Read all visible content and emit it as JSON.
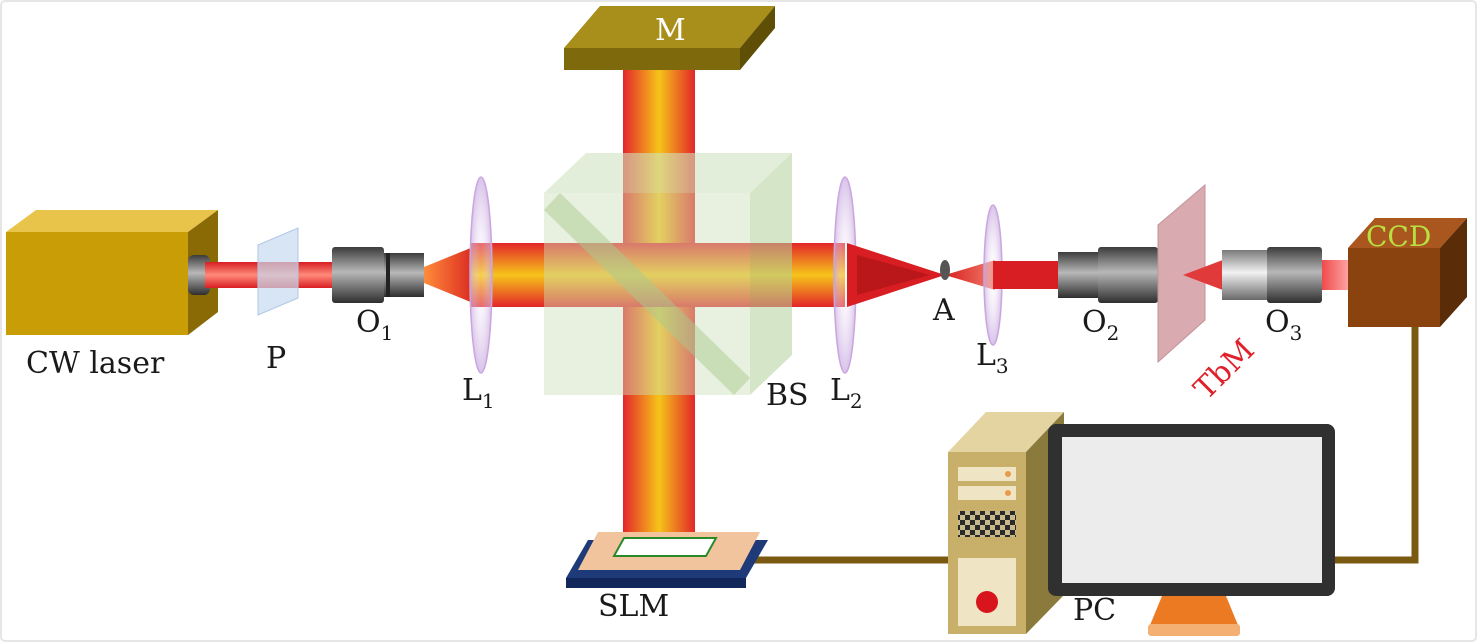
{
  "labels": {
    "cw_laser": "CW laser",
    "polarizer": "P",
    "objective1": "O",
    "objective1_sub": "1",
    "lens1": "L",
    "lens1_sub": "1",
    "mirror": "M",
    "beam_splitter": "BS",
    "lens2": "L",
    "lens2_sub": "2",
    "aperture": "A",
    "lens3": "L",
    "lens3_sub": "3",
    "objective2": "O",
    "objective2_sub": "2",
    "tbm": "TbM",
    "objective3": "O",
    "objective3_sub": "3",
    "ccd": "CCD",
    "slm": "SLM",
    "pc": "PC"
  },
  "colors": {
    "laser_red": "#e8302a",
    "laser_yellow": "#f5c518",
    "tbm_label": "#e0202a",
    "ccd_label": "#b8e040",
    "cable": "#7a5a10"
  }
}
